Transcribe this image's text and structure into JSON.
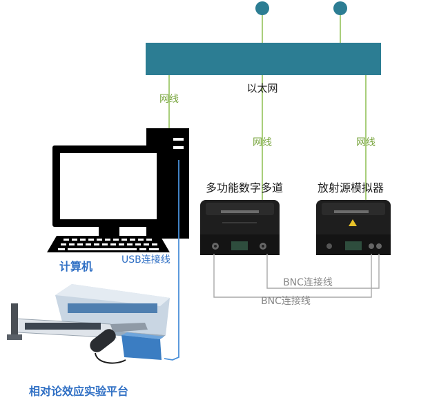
{
  "labels": {
    "ethernet": "以太网",
    "net_cable_left": "网线",
    "net_cable_mid": "网线",
    "net_cable_right": "网线",
    "device_multichannel": "多功能数字多道",
    "device_source_sim": "放射源模拟器",
    "computer": "计算机",
    "usb_cable": "USB连接线",
    "bnc_cable_upper": "BNC连接线",
    "bnc_cable_lower": "BNC连接线",
    "platform": "相对论效应实验平台"
  },
  "colors": {
    "ethernet_bar": "#2c7d93",
    "network_node": "#2c7d93",
    "net_cable": "#8cbd4f",
    "usb_cable": "#4a90d9",
    "bnc_cable": "#a8a8a8",
    "label_blue": "#2f6fc4",
    "label_green": "#7aa640",
    "label_black": "#1a1a1a"
  }
}
